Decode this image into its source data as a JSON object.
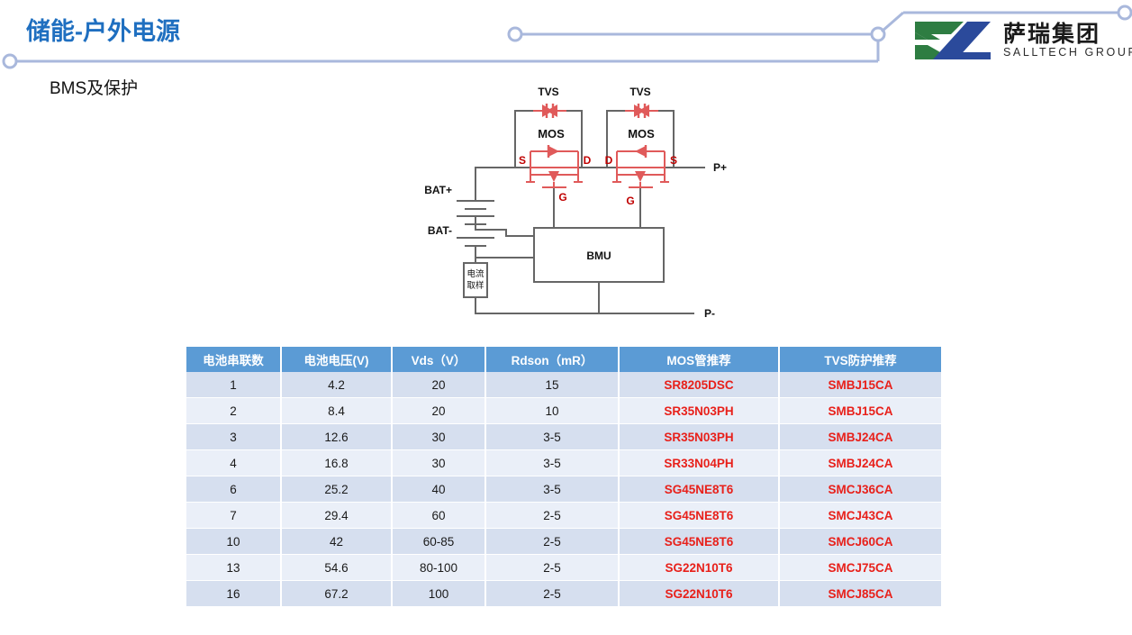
{
  "header": {
    "title": "储能-户外电源",
    "title_color": "#1F6FC0",
    "deco_color": "#A9B8DC",
    "logo": {
      "name_cn": "萨瑞集团",
      "name_en": "SALLTECH GROUP",
      "mark_green": "#2E7D42",
      "mark_blue": "#2B4A9B"
    }
  },
  "subtitle": "BMS及保护",
  "circuit": {
    "labels": {
      "tvs_left": "TVS",
      "tvs_right": "TVS",
      "mos_left": "MOS",
      "mos_right": "MOS",
      "left_source": "S",
      "left_drain": "D",
      "left_gate": "G",
      "right_drain": "D",
      "right_source": "S",
      "right_gate": "G",
      "bat_plus": "BAT+",
      "bat_minus": "BAT-",
      "p_plus": "P+",
      "p_minus": "P-",
      "bmu": "BMU",
      "shunt_line1": "电流",
      "shunt_line2": "取样"
    },
    "colors": {
      "wire": "#666666",
      "device": "#E05A5A",
      "label_red": "#C00000",
      "label_dark": "#111111"
    }
  },
  "table": {
    "header_bg": "#5B9BD5",
    "row_bg_odd": "#D6DFEF",
    "row_bg_even": "#EAEFF8",
    "part_color": "#E8201A",
    "columns": [
      "电池串联数",
      "电池电压(V)",
      "Vds（V）",
      "Rdson（mR）",
      "MOS管推荐",
      "TVS防护推荐"
    ],
    "rows": [
      {
        "cells_series": "1",
        "voltage": "4.2",
        "vds": "20",
        "rdson": "15",
        "mos": "SR8205DSC",
        "tvs": "SMBJ15CA"
      },
      {
        "cells_series": "2",
        "voltage": "8.4",
        "vds": "20",
        "rdson": "10",
        "mos": "SR35N03PH",
        "tvs": "SMBJ15CA"
      },
      {
        "cells_series": "3",
        "voltage": "12.6",
        "vds": "30",
        "rdson": "3-5",
        "mos": "SR35N03PH",
        "tvs": "SMBJ24CA"
      },
      {
        "cells_series": "4",
        "voltage": "16.8",
        "vds": "30",
        "rdson": "3-5",
        "mos": "SR33N04PH",
        "tvs": "SMBJ24CA"
      },
      {
        "cells_series": "6",
        "voltage": "25.2",
        "vds": "40",
        "rdson": "3-5",
        "mos": "SG45NE8T6",
        "tvs": "SMCJ36CA"
      },
      {
        "cells_series": "7",
        "voltage": "29.4",
        "vds": "60",
        "rdson": "2-5",
        "mos": "SG45NE8T6",
        "tvs": "SMCJ43CA"
      },
      {
        "cells_series": "10",
        "voltage": "42",
        "vds": "60-85",
        "rdson": "2-5",
        "mos": "SG45NE8T6",
        "tvs": "SMCJ60CA"
      },
      {
        "cells_series": "13",
        "voltage": "54.6",
        "vds": "80-100",
        "rdson": "2-5",
        "mos": "SG22N10T6",
        "tvs": "SMCJ75CA"
      },
      {
        "cells_series": "16",
        "voltage": "67.2",
        "vds": "100",
        "rdson": "2-5",
        "mos": "SG22N10T6",
        "tvs": "SMCJ85CA"
      }
    ]
  }
}
